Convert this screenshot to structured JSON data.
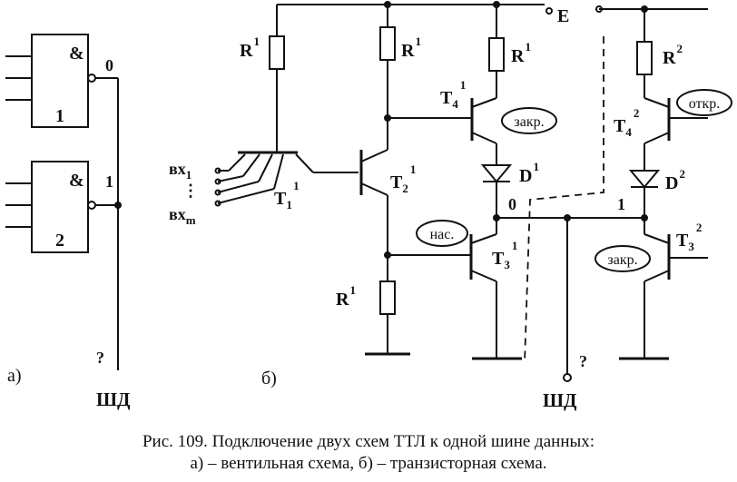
{
  "figure_a": {
    "gate1_symbol": "&",
    "gate1_number": "1",
    "gate1_output": "0",
    "gate2_symbol": "&",
    "gate2_number": "2",
    "gate2_output": "1",
    "bus_question": "?",
    "bus_label": "ШД",
    "panel_label": "а)"
  },
  "figure_b": {
    "r1": "R",
    "r1_sup": "1",
    "r2": "R",
    "r2_sup": "1",
    "r3": "R",
    "r3_sup": "1",
    "r4a": "R",
    "r4a_sup": "1",
    "r4b": "R",
    "r4b_sup": "2",
    "t1": "T",
    "t1_sub": "1",
    "t1_sup": "1",
    "t2": "T",
    "t2_sub": "2",
    "t2_sup": "1",
    "t3a": "T",
    "t3a_sub": "3",
    "t3a_sup": "1",
    "t3b": "T",
    "t3b_sub": "3",
    "t3b_sup": "2",
    "t4a": "T",
    "t4a_sub": "4",
    "t4a_sup": "1",
    "t4b": "T",
    "t4b_sub": "4",
    "t4b_sup": "2",
    "d1": "D",
    "d1_sup": "1",
    "d2": "D",
    "d2_sup": "2",
    "supply": "E",
    "in_first": "вх",
    "in_first_sub": "1",
    "in_dots": "⋮",
    "in_last": "вх",
    "in_last_sub": "m",
    "state_t4a": "закр.",
    "state_t3a": "нас.",
    "state_t4b": "откр.",
    "state_t3b": "закр.",
    "out0": "0",
    "out1": "1",
    "bus_question": "?",
    "bus_label": "ШД",
    "panel_label": "б)"
  },
  "caption": {
    "line1": "Рис. 109. Подключение двух схем ТТЛ к одной шине данных:",
    "line2": "а) – вентильная схема, б) – транзисторная схема."
  }
}
